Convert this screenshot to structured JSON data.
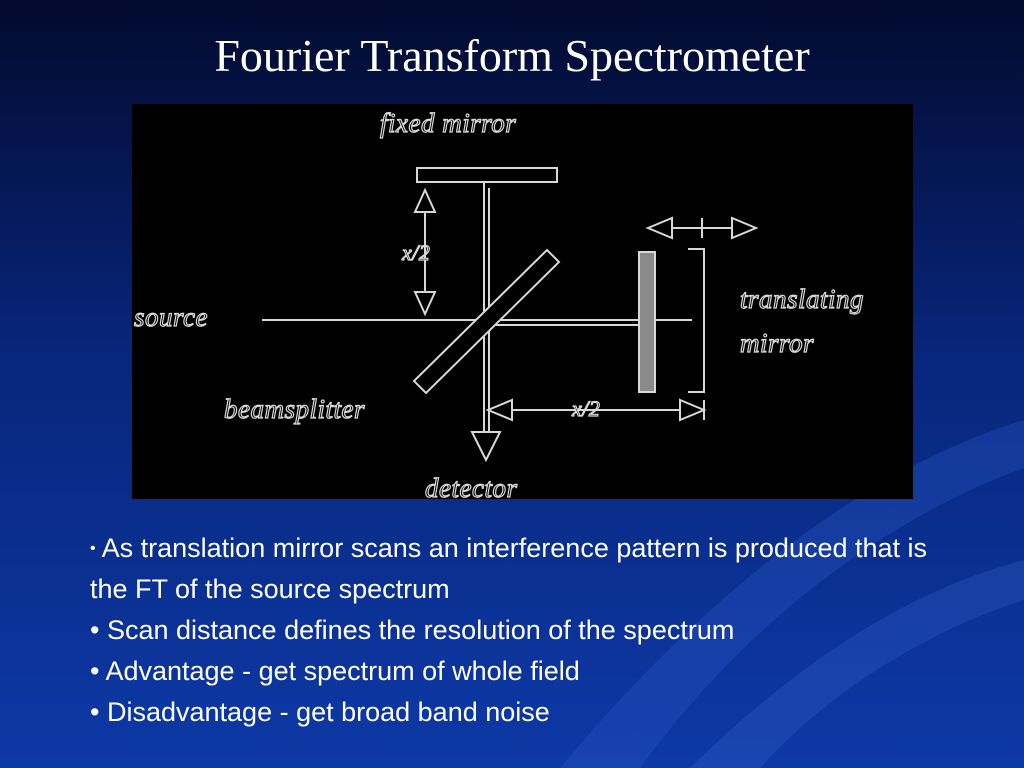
{
  "title": "Fourier Transform Spectrometer",
  "diagram": {
    "labels": {
      "fixed_mirror": "fixed mirror",
      "source": "source",
      "beamsplitter": "beamsplitter",
      "detector": "detector",
      "translating": "translating",
      "mirror": "mirror",
      "distance_vertical": "x/2",
      "distance_horizontal": "x/2"
    }
  },
  "bullets": [
    "As translation mirror scans an interference pattern is produced that is the FT of the source spectrum",
    "Scan distance defines the resolution of the spectrum",
    "Advantage - get spectrum of whole field",
    "Disadvantage - get broad band noise"
  ],
  "colors": {
    "background_top": "#020a2e",
    "background_bottom": "#0d39a6",
    "text": "#ffffff",
    "diagram_background": "#000000",
    "diagram_lines": "#d8d8d8"
  }
}
